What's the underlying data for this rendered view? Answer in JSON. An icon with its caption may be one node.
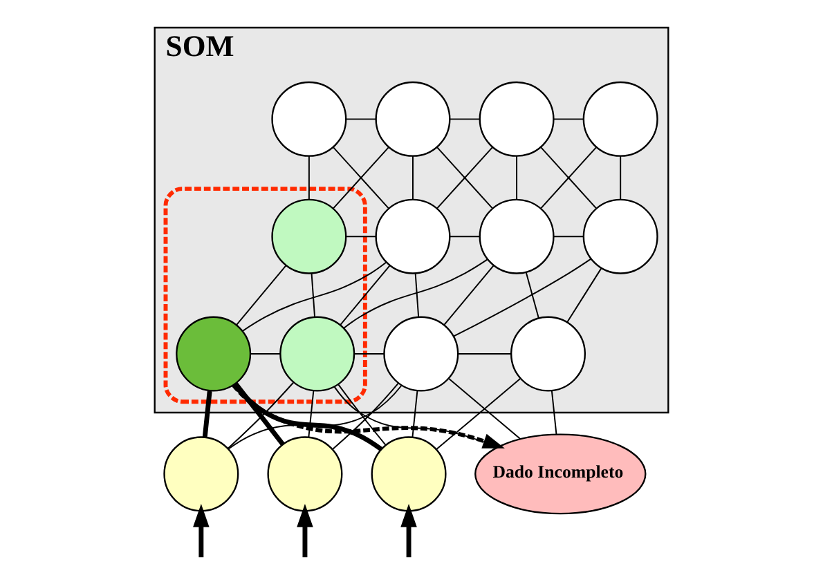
{
  "diagram": {
    "nodes": [
      {
        "text": [
          "SOM"
        ]
      },
      {
        "text": [],
        "shape": "ellipse",
        "in": 0
      },
      {
        "text": [],
        "shape": "circle",
        "in": 0
      },
      {
        "text": [],
        "shape": "circle",
        "in": 0
      },
      {
        "text": [],
        "shape": "circle",
        "in": 0
      },
      {
        "text": [],
        "shape": "circle",
        "in": 0
      },
      {
        "text": [],
        "shape": "circle",
        "in": 1
      },
      {
        "text": [],
        "shape": "circle",
        "in": 0
      },
      {
        "text": [],
        "shape": "circle",
        "in": 0
      },
      {
        "text": [],
        "shape": "circle",
        "in": 0
      },
      {
        "text": [],
        "shape": "circle",
        "in": 1
      },
      {
        "text": [],
        "shape": "circle",
        "in": 1
      },
      {
        "text": [],
        "shape": "circle",
        "in": 0
      },
      {
        "text": [],
        "shape": "circle",
        "in": 0
      },
      {
        "text": [],
        "shape": "circle"
      },
      {
        "text": [],
        "shape": "circle"
      },
      {
        "text": [],
        "shape": "circle"
      },
      {
        "text": [
          "Dado Incompleto"
        ]
      }
    ],
    "edges": [
      {
        "from": 2,
        "to": 3,
        "arrow": "none"
      },
      {
        "from": 3,
        "to": 4,
        "arrow": "none"
      },
      {
        "from": 4,
        "to": 5,
        "arrow": "none"
      },
      {
        "from": 2,
        "to": 6,
        "arrow": "none"
      },
      {
        "from": 2,
        "to": 7,
        "arrow": "none"
      },
      {
        "from": 3,
        "to": 6,
        "arrow": "none"
      },
      {
        "from": 3,
        "to": 7,
        "arrow": "none"
      },
      {
        "from": 3,
        "to": 8,
        "arrow": "none"
      },
      {
        "from": 4,
        "to": 7,
        "arrow": "none"
      },
      {
        "from": 4,
        "to": 8,
        "arrow": "none"
      },
      {
        "from": 4,
        "to": 9,
        "arrow": "none"
      },
      {
        "from": 5,
        "to": 8,
        "arrow": "none"
      },
      {
        "from": 5,
        "to": 9,
        "arrow": "none"
      },
      {
        "from": 6,
        "to": 7,
        "arrow": "none"
      },
      {
        "from": 7,
        "to": 8,
        "arrow": "none"
      },
      {
        "from": 8,
        "to": 9,
        "arrow": "none"
      },
      {
        "from": 6,
        "to": 10,
        "arrow": "none"
      },
      {
        "from": 6,
        "to": 11,
        "arrow": "none"
      },
      {
        "from": 7,
        "to": 10,
        "arrow": "none"
      },
      {
        "from": 7,
        "to": 11,
        "arrow": "none"
      },
      {
        "from": 7,
        "to": 12,
        "arrow": "none"
      },
      {
        "from": 8,
        "to": 11,
        "arrow": "none"
      },
      {
        "from": 8,
        "to": 12,
        "arrow": "none"
      },
      {
        "from": 8,
        "to": 13,
        "arrow": "none"
      },
      {
        "from": 9,
        "to": 12,
        "arrow": "none"
      },
      {
        "from": 9,
        "to": 13,
        "arrow": "none"
      },
      {
        "from": 10,
        "to": 11,
        "arrow": "none"
      },
      {
        "from": 11,
        "to": 12,
        "arrow": "none"
      },
      {
        "from": 12,
        "to": 13,
        "arrow": "none"
      },
      {
        "from": 10,
        "to": 14,
        "arrow": "none",
        "style": "thick"
      },
      {
        "from": 10,
        "to": 15,
        "arrow": "none",
        "style": "thick"
      },
      {
        "from": 10,
        "to": 16,
        "arrow": "none",
        "style": "thick"
      },
      {
        "from": 10,
        "to": 17,
        "arrow": "to",
        "style": "dashed"
      },
      {
        "from": 11,
        "to": 14,
        "arrow": "none"
      },
      {
        "from": 11,
        "to": 15,
        "arrow": "none"
      },
      {
        "from": 11,
        "to": 16,
        "arrow": "none"
      },
      {
        "from": 11,
        "to": 17,
        "arrow": "none"
      },
      {
        "from": 12,
        "to": 14,
        "arrow": "none"
      },
      {
        "from": 12,
        "to": 15,
        "arrow": "none"
      },
      {
        "from": 12,
        "to": 16,
        "arrow": "none"
      },
      {
        "from": 12,
        "to": 17,
        "arrow": "none"
      },
      {
        "from": 13,
        "to": 16,
        "arrow": "none"
      },
      {
        "from": 13,
        "to": 17,
        "arrow": "none"
      },
      {
        "from": null,
        "to": 14,
        "arrow": "to",
        "style": "thick"
      },
      {
        "from": null,
        "to": 15,
        "arrow": "to",
        "style": "thick"
      },
      {
        "from": null,
        "to": 16,
        "arrow": "to",
        "style": "thick"
      }
    ]
  }
}
